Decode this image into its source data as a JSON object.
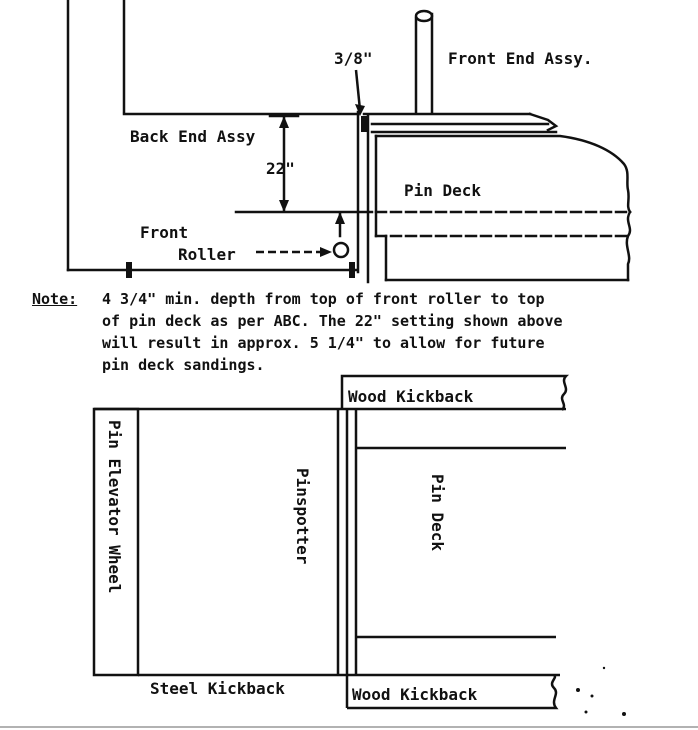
{
  "top_view": {
    "front_end_assy": "Front End Assy.",
    "back_end_assy": "Back End Assy",
    "dim_3_8": "3/8\"",
    "dim_22": "22\"",
    "pin_deck": "Pin Deck",
    "front_roller_line1": "Front",
    "front_roller_line2": "Roller"
  },
  "note": {
    "label": "Note:",
    "text": "4 3/4\" min. depth from top of front roller to top\nof pin deck as per ABC. The 22\" setting shown above\nwill result in approx. 5 1/4\" to allow for future\npin deck sandings."
  },
  "bottom_view": {
    "wood_kickback_top": "Wood Kickback",
    "pin_elevator_wheel": "Pin Elevator Wheel",
    "pinspotter": "Pinspotter",
    "pin_deck": "Pin Deck",
    "steel_kickback": "Steel Kickback",
    "wood_kickback_bottom": "Wood Kickback"
  },
  "colors": {
    "ink": "#111111",
    "paper": "#ffffff"
  }
}
